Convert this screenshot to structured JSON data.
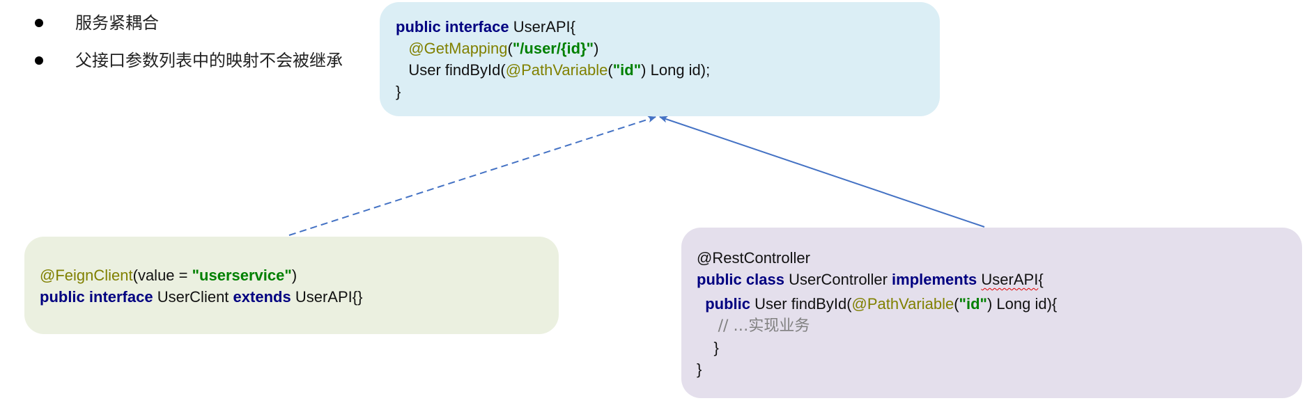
{
  "bullets": [
    "服务紧耦合",
    "父接口参数列表中的映射不会被继承"
  ],
  "api_box": {
    "l1_kw": "public interface",
    "l1_name": "UserAPI{",
    "l2_ann": "@GetMapping",
    "l2_open": "(",
    "l2_str": "\"/user/{id}\"",
    "l2_close": ")",
    "l3_start": "User findById(",
    "l3_ann": "@PathVariable",
    "l3_open": "(",
    "l3_str": "\"id\"",
    "l3_end": ") Long id);",
    "l4": "}"
  },
  "client_box": {
    "l1_ann": "@FeignClient",
    "l1_mid": "(value = ",
    "l1_str": "\"userservice\"",
    "l1_end": ")",
    "l2_kw1": "public interface",
    "l2_name": "UserClient",
    "l2_kw2": "extends",
    "l2_end": "UserAPI{}"
  },
  "controller_box": {
    "l1": "@RestController",
    "l2_kw1": "public class",
    "l2_name": "UserController",
    "l2_kw2": "implements",
    "l2_iface": "UserAPI",
    "l2_brace": "{",
    "l3_kw": "public",
    "l3_mid": "User findById(",
    "l3_ann": "@PathVariable",
    "l3_open": "(",
    "l3_str": "\"id\"",
    "l3_end": ") Long id){",
    "l4_comment": "// …实现业务",
    "l5": "}",
    "l6": "}"
  },
  "colors": {
    "keyword": "#000080",
    "annotation": "#808000",
    "string": "#008000",
    "comment": "#808080",
    "arrow": "#4472c4",
    "api_box_fill": "#dbeef5",
    "client_box_fill": "#ebf0e0",
    "controller_box_fill": "#e4dfec"
  }
}
